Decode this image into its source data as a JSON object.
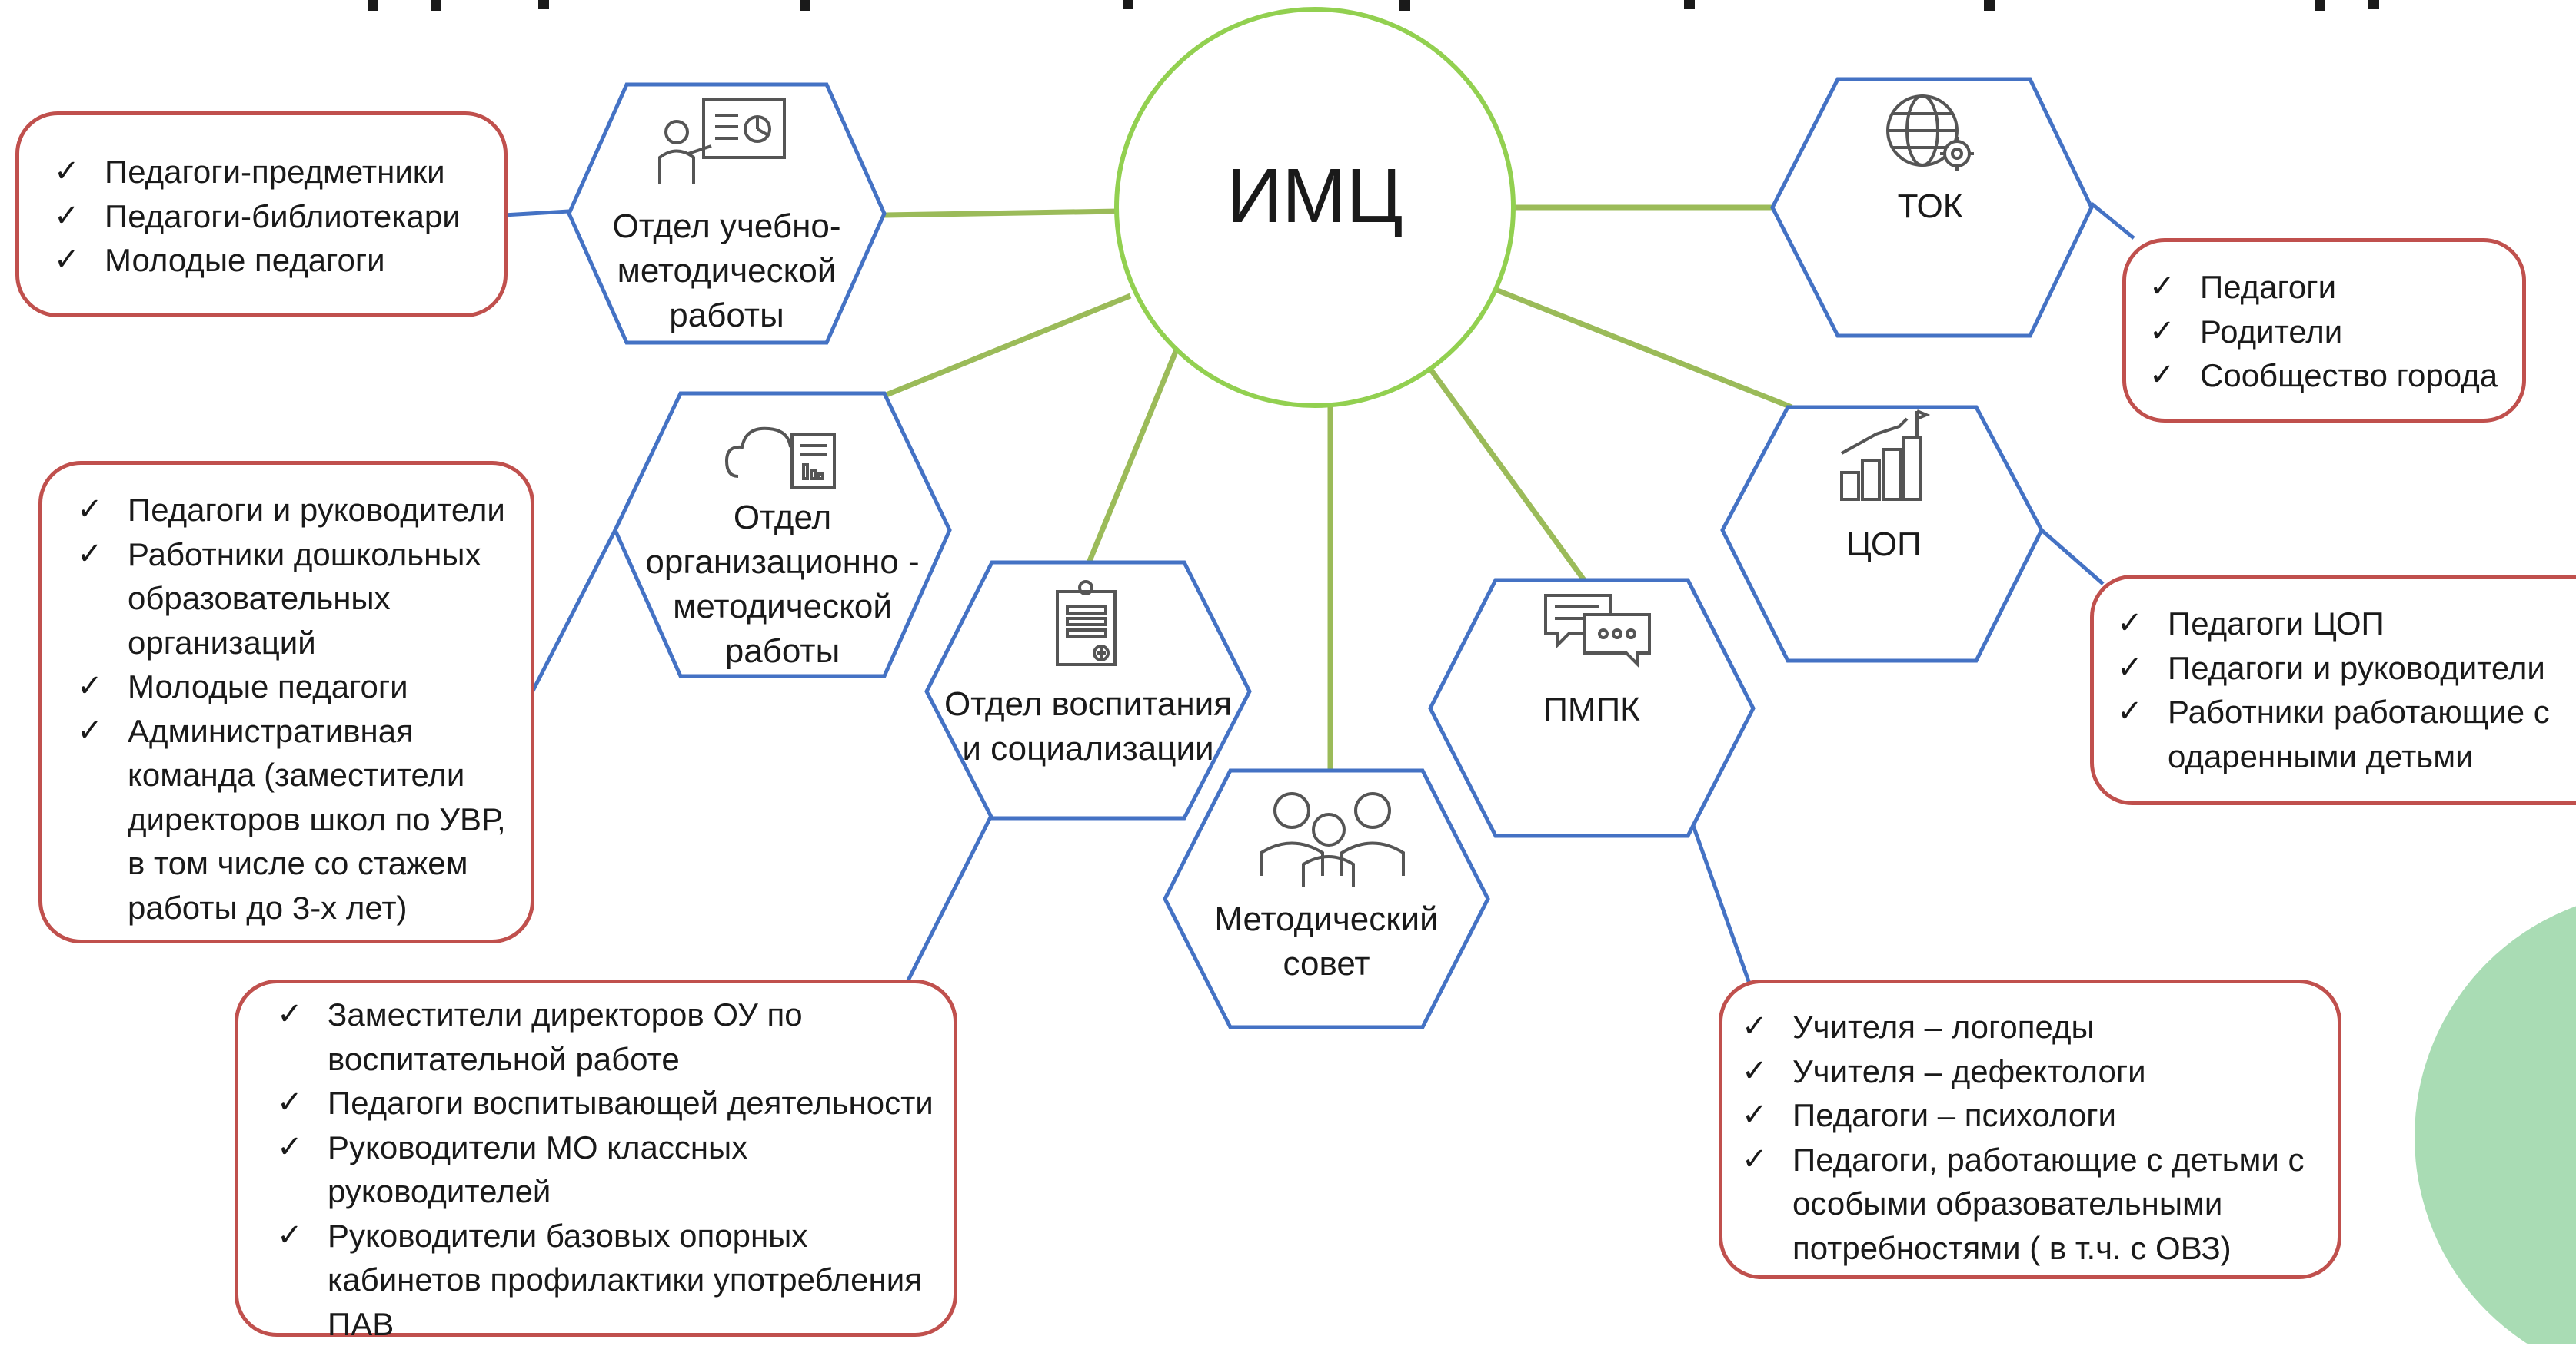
{
  "colors": {
    "hub": "#92d050",
    "hexagon": "#4472c4",
    "connector_green": "#9bbb59",
    "connector_blue": "#4472c4",
    "box_border": "#c0504d",
    "corner_blob": "#a9dcb4"
  },
  "hub": {
    "label": "ИМЦ"
  },
  "hexagons": [
    {
      "id": "umr",
      "label": "Отдел учебно-методической работы",
      "lines": [
        "Отдел учебно-",
        "методической",
        "работы"
      ],
      "icon": "presentation-icon"
    },
    {
      "id": "omr",
      "label": "Отдел организационно - методической работы",
      "lines": [
        "Отдел",
        "организационно -",
        "методической",
        "работы"
      ],
      "icon": "cloud-document-icon"
    },
    {
      "id": "vs",
      "label": "Отдел воспитания и социализации",
      "lines": [
        "Отдел воспитания",
        "и социализации"
      ],
      "icon": "clipboard-icon"
    },
    {
      "id": "ms",
      "label": "Методический совет",
      "lines": [
        "Методический",
        "совет"
      ],
      "icon": "people-group-icon"
    },
    {
      "id": "pmpk",
      "label": "ПМПК",
      "lines": [
        "ПМПК"
      ],
      "icon": "chat-bubbles-icon"
    },
    {
      "id": "cop",
      "label": "ЦОП",
      "lines": [
        "ЦОП"
      ],
      "icon": "growth-chart-icon"
    },
    {
      "id": "tok",
      "label": "ТОК",
      "lines": [
        "ТОК"
      ],
      "icon": "globe-gear-icon"
    }
  ],
  "boxes": {
    "umr": [
      "Педагоги-предметники",
      "Педагоги-библиотекари",
      "Молодые педагоги"
    ],
    "omr": [
      "Педагоги и руководители",
      "Работники дошкольных образовательных организаций",
      "Молодые педагоги",
      "Административная команда (заместители директоров школ по УВР, в том числе со стажем работы до 3-х лет)"
    ],
    "vs": [
      "Заместители директоров ОУ по воспитательной работе",
      "Педагоги воспитывающей деятельности",
      "Руководители МО классных руководителей",
      "Руководители базовых опорных кабинетов профилактики употребления ПАВ"
    ],
    "pmpk": [
      "Учителя – логопеды",
      "Учителя – дефектологи",
      "Педагоги – психологи",
      "Педагоги, работающие с детьми с особыми образовательными потребностями ( в т.ч. с ОВЗ)"
    ],
    "cop": [
      "Педагоги ЦОП",
      "Педагоги и руководители",
      "Работники работающие с одаренными детьми"
    ],
    "tok": [
      "Педагоги",
      "Родители",
      "Сообщество города"
    ]
  }
}
